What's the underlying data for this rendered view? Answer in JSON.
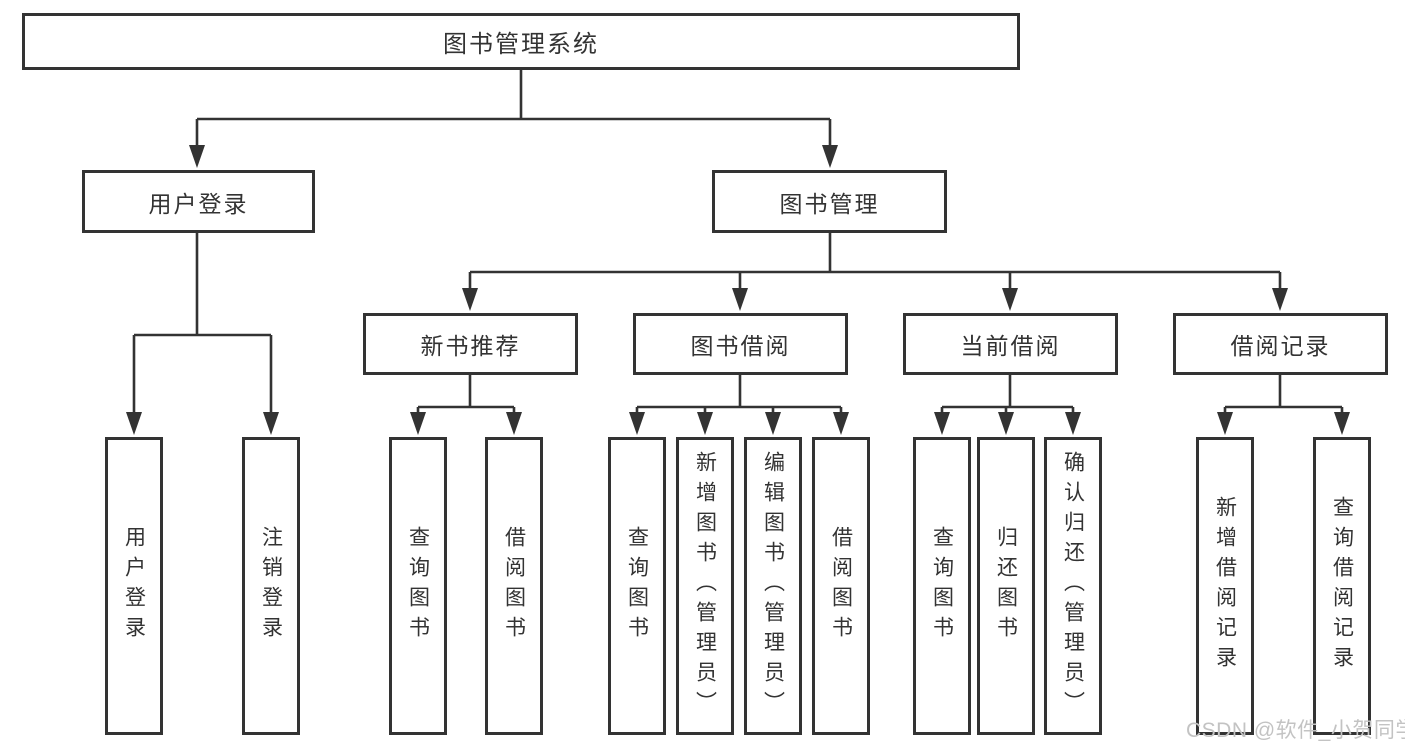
{
  "colors": {
    "line": "#333333",
    "box_border": "#333333",
    "text": "#333333",
    "watermark": "#c3c3c3",
    "background": "#ffffff"
  },
  "watermark": {
    "text": "CSDN @软件_小贺同学"
  },
  "tree": {
    "root": {
      "label": "图书管理系统"
    },
    "branches": [
      {
        "label": "用户登录",
        "leaves": [
          {
            "label": "用户登录"
          },
          {
            "label": "注销登录"
          }
        ]
      },
      {
        "label": "图书管理",
        "sections": [
          {
            "label": "新书推荐",
            "leaves": [
              {
                "label": "查询图书"
              },
              {
                "label": "借阅图书"
              }
            ]
          },
          {
            "label": "图书借阅",
            "leaves": [
              {
                "label": "查询图书"
              },
              {
                "label": "新增图书（管理员）"
              },
              {
                "label": "编辑图书（管理员）"
              },
              {
                "label": "借阅图书"
              }
            ]
          },
          {
            "label": "当前借阅",
            "leaves": [
              {
                "label": "查询图书"
              },
              {
                "label": "归还图书"
              },
              {
                "label": "确认归还（管理员）"
              }
            ]
          },
          {
            "label": "借阅记录",
            "leaves": [
              {
                "label": "新增借阅记录"
              },
              {
                "label": "查询借阅记录"
              }
            ]
          }
        ]
      }
    ]
  }
}
